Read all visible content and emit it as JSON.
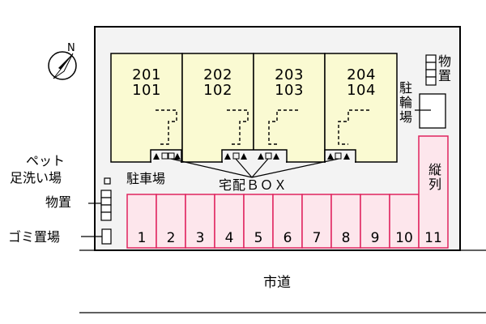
{
  "units": [
    {
      "upper": "201",
      "lower": "101"
    },
    {
      "upper": "202",
      "lower": "102"
    },
    {
      "upper": "203",
      "lower": "103"
    },
    {
      "upper": "204",
      "lower": "104"
    }
  ],
  "labels": {
    "storage_right": "物置",
    "bicycle_parking": "駐輪場",
    "parking": "駐車場",
    "delivery_box": "宅配ＢＯＸ",
    "pet_wash_line1": "ペット",
    "pet_wash_line2": "足洗い場",
    "storage_left": "物置",
    "garbage": "ゴミ置場",
    "tandem": "縦列",
    "road": "市道"
  },
  "parking_slots": [
    "1",
    "2",
    "3",
    "4",
    "5",
    "6",
    "7",
    "8",
    "9",
    "10",
    "11"
  ],
  "colors": {
    "building_fill": "#fafad2",
    "parking_fill": "#fde6ec",
    "parking_stroke": "#e0245e",
    "site_fill": "#f3f3f3"
  }
}
